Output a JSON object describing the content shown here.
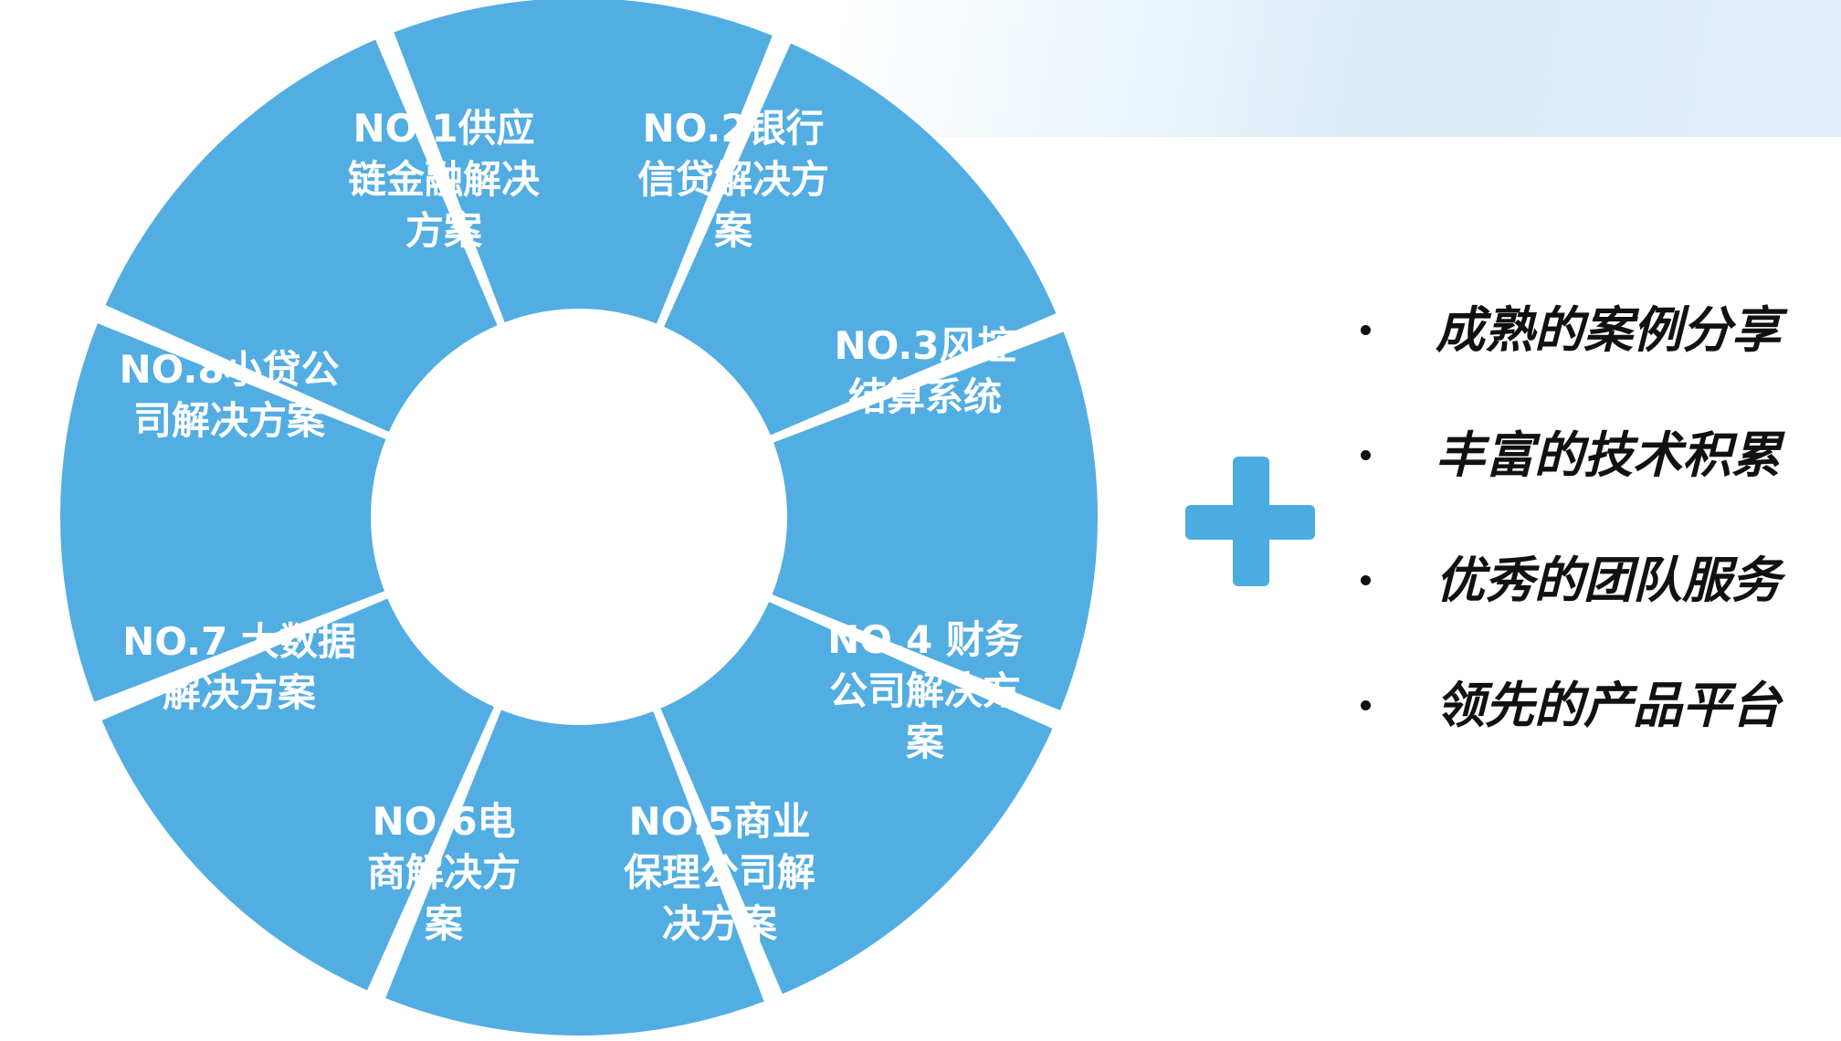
{
  "wheel": {
    "segments": [
      {
        "lines": [
          "NO.1供应",
          "链金融解决",
          "方案"
        ]
      },
      {
        "lines": [
          "NO.2银行",
          "信贷解决方",
          "案"
        ]
      },
      {
        "lines": [
          "NO.3风控",
          "结算系统"
        ]
      },
      {
        "lines": [
          "NO.4 财务",
          "公司解决方",
          "案"
        ]
      },
      {
        "lines": [
          "NO.5商业",
          "保理公司解",
          "决方案"
        ]
      },
      {
        "lines": [
          "NO.6电",
          "商解决方",
          "案"
        ]
      },
      {
        "lines": [
          "NO.7 大数据",
          "解决方案"
        ]
      },
      {
        "lines": [
          "NO.8小贷公",
          "司解决方案"
        ]
      }
    ],
    "colors": {
      "segment": "#52ade2",
      "gap": "#ffffff"
    }
  },
  "plus": {
    "icon": "plus-icon",
    "color": "#4aace0"
  },
  "features": [
    {
      "text": "成熟的案例分享"
    },
    {
      "text": "丰富的技术积累"
    },
    {
      "text": "优秀的团队服务"
    },
    {
      "text": "领先的产品平台"
    }
  ]
}
